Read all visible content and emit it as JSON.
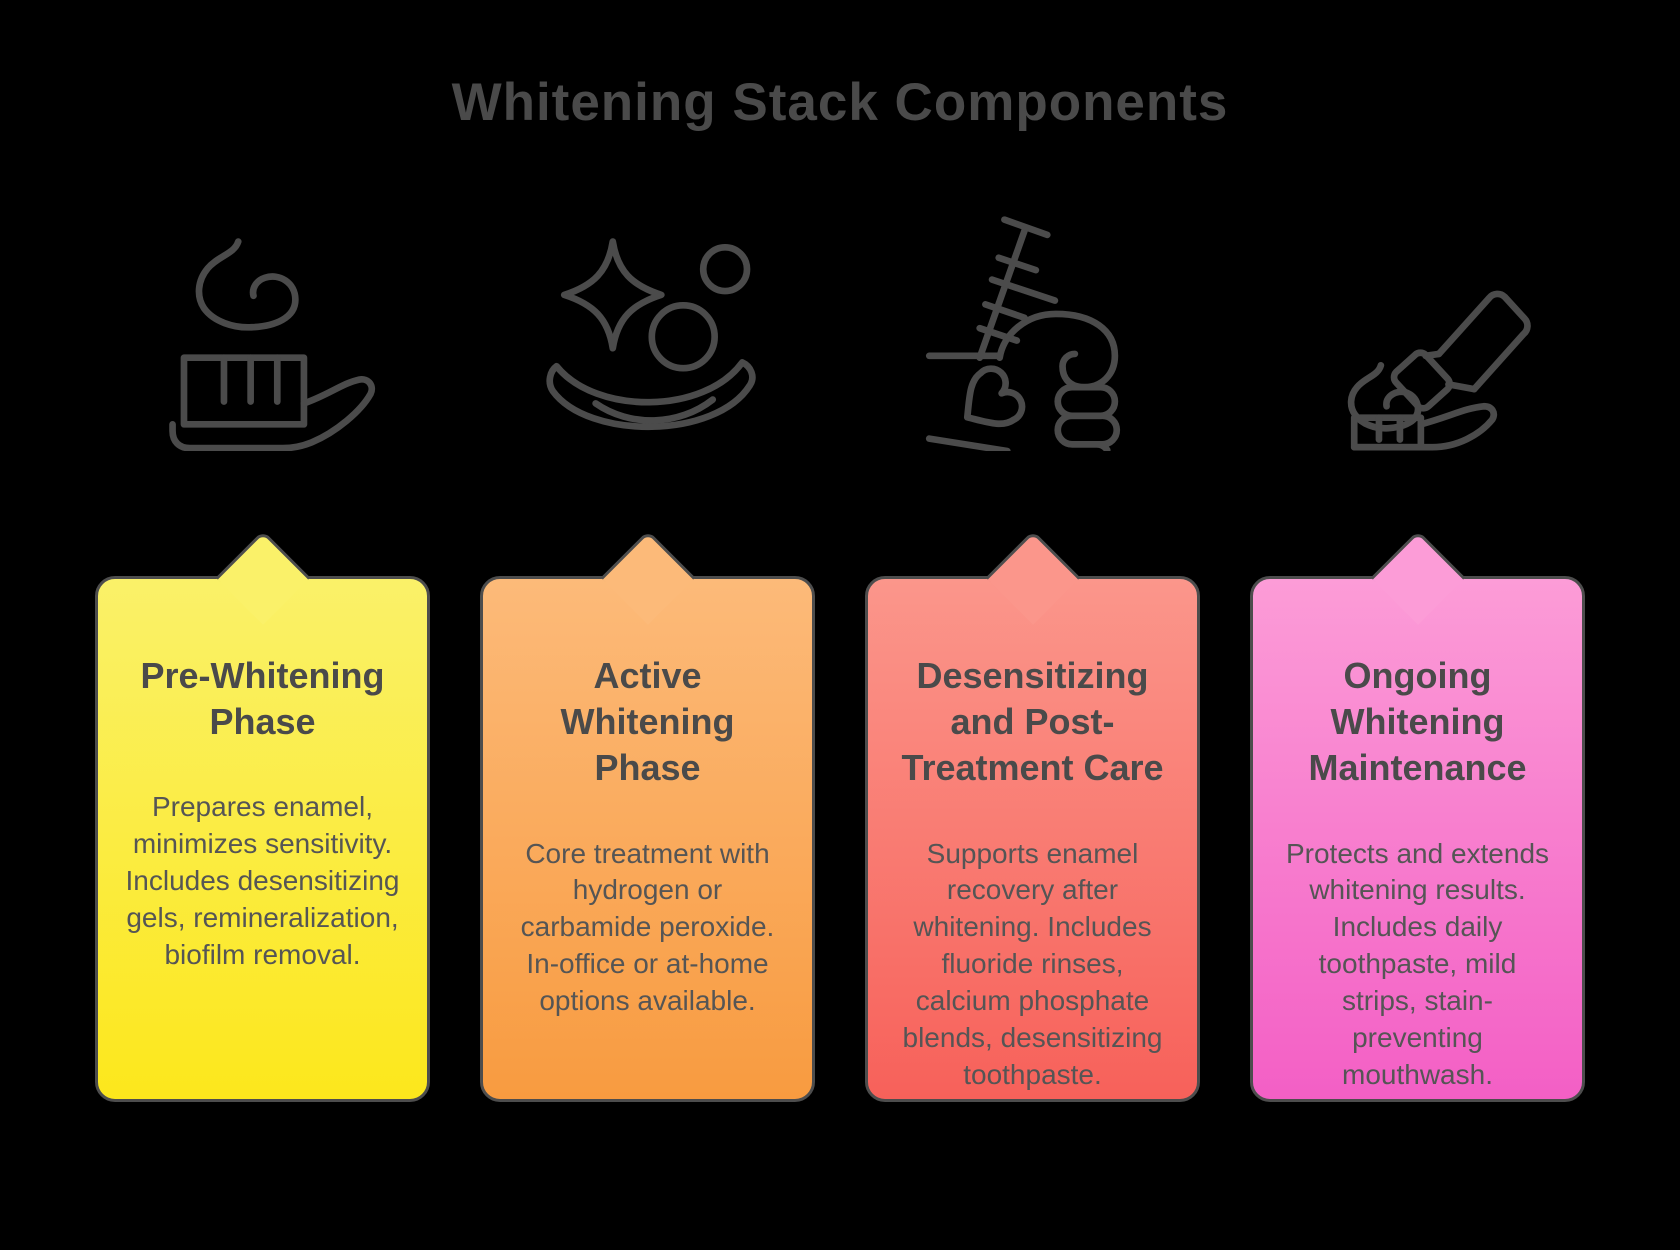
{
  "title": "Whitening Stack Components",
  "colors": {
    "background": "#000000",
    "heading_text": "#4a4a4a",
    "card_title_text": "#4a4a4a",
    "card_body_text": "#555555",
    "icon_stroke": "#4b4b4b",
    "card_border": "#4d4d4d"
  },
  "cards": [
    {
      "icon": "toothbrush-with-paste-icon",
      "icon_symbol": "sym-toothbrush-paste",
      "title": "Pre-Whitening Phase",
      "body": "Prepares enamel, minimizes sensitivity. Includes desensitizing gels, remineralization, biofilm removal.",
      "gradient_top": "#FAF169",
      "gradient_bottom": "#FCE71C",
      "border": "#4d4d4d"
    },
    {
      "icon": "sparkle-clean-icon",
      "icon_symbol": "sym-sparkle-clean",
      "title": "Active Whitening Phase",
      "body": "Core treatment with hydrogen or carbamide peroxide. In-office or at-home options available.",
      "gradient_top": "#FCBA79",
      "gradient_bottom": "#F89B40",
      "border": "#4d4d4d"
    },
    {
      "icon": "fist-syringe-heart-icon",
      "icon_symbol": "sym-fist-care",
      "title": "Desensitizing and Post-Treatment Care",
      "body": "Supports enamel recovery after whitening. Includes fluoride rinses, calcium phosphate blends, desensitizing toothpaste.",
      "gradient_top": "#FB968B",
      "gradient_bottom": "#F7615A",
      "border": "#4d4d4d"
    },
    {
      "icon": "toothpaste-tube-brush-icon",
      "icon_symbol": "sym-tube-brush",
      "title": "Ongoing Whitening Maintenance",
      "body": "Protects and extends whitening results. Includes daily toothpaste, mild strips, stain-preventing mouthwash.",
      "gradient_top": "#FC9CD7",
      "gradient_bottom": "#F35FC5",
      "border": "#4d4d4d"
    }
  ]
}
